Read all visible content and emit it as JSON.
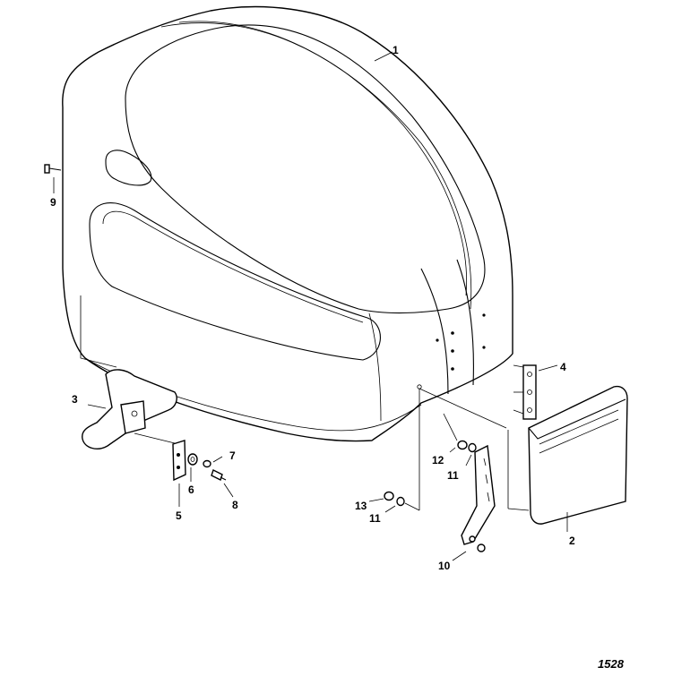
{
  "diagram": {
    "figure_number": "1528",
    "callouts": [
      "1",
      "2",
      "3",
      "4",
      "5",
      "6",
      "7",
      "8",
      "9",
      "10",
      "11",
      "11",
      "12",
      "13"
    ]
  }
}
